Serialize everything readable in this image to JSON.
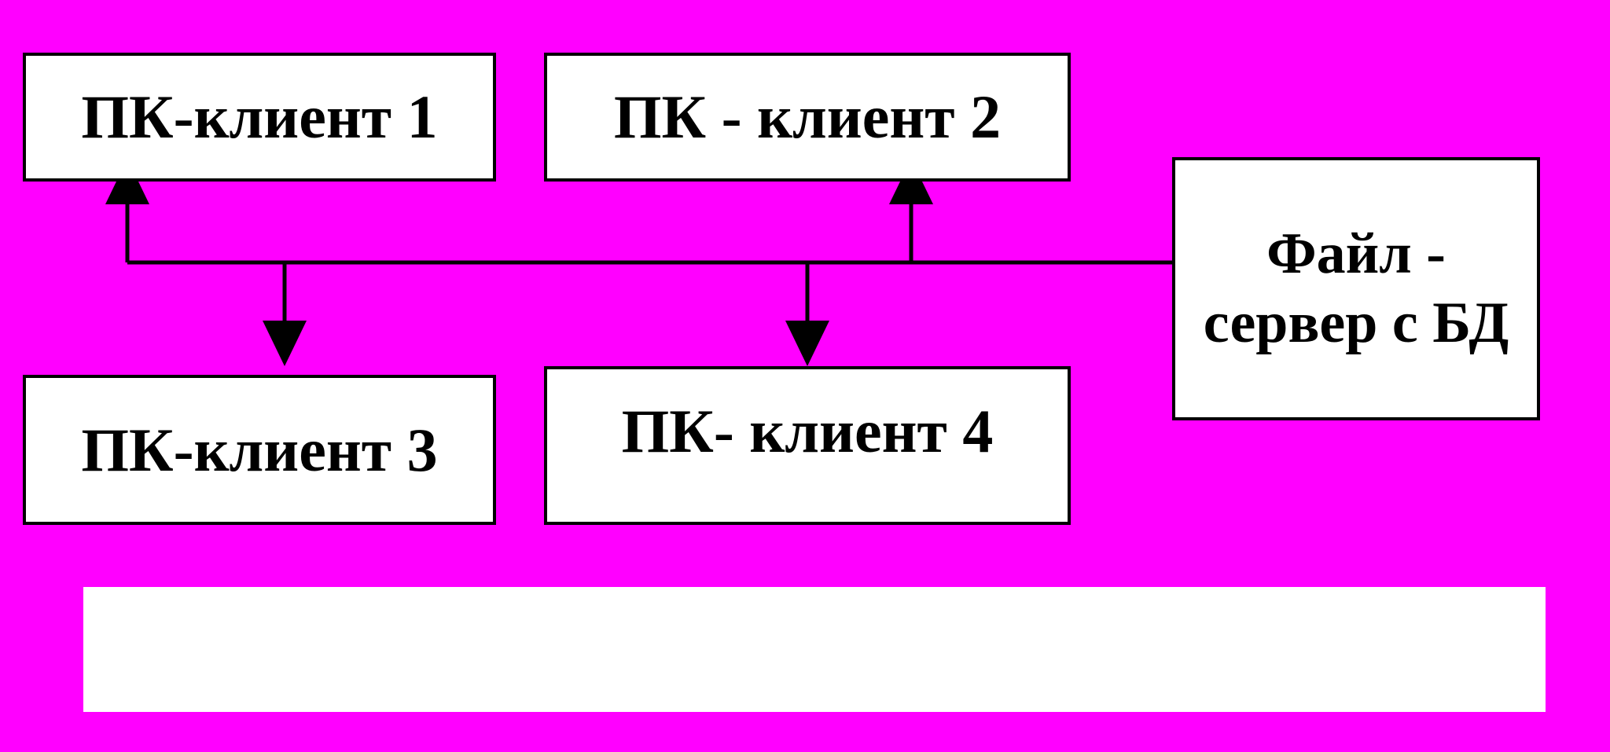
{
  "diagram": {
    "nodes": {
      "client1": {
        "label": "ПК-клиент 1"
      },
      "client2": {
        "label": "ПК - клиент 2"
      },
      "client3": {
        "label": "ПК-клиент 3"
      },
      "client4": {
        "label": "ПК- клиент 4"
      },
      "server": {
        "label": "Файл - сервер с БД"
      }
    },
    "edges": [
      {
        "from": "server",
        "to": "client1"
      },
      {
        "from": "server",
        "to": "client2"
      },
      {
        "from": "server",
        "to": "client3"
      },
      {
        "from": "server",
        "to": "client4"
      }
    ],
    "colors": {
      "background": "#ff00ff",
      "node_fill": "#ffffff",
      "stroke": "#000000"
    }
  }
}
